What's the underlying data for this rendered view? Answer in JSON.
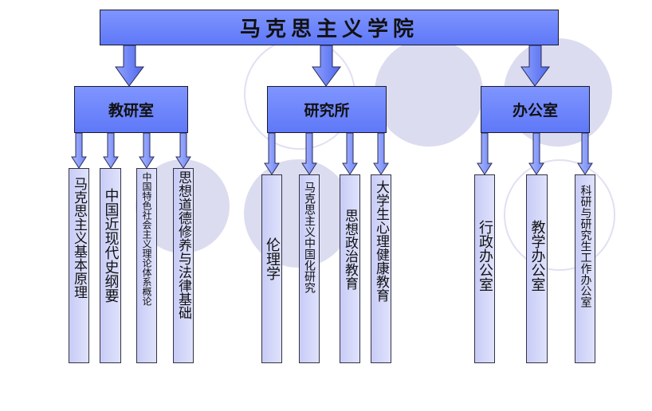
{
  "title": "马克思主义学院",
  "departments": [
    {
      "name": "教研室",
      "items": [
        "马克思主义基本原理",
        "中国近现代史纲要",
        "中国特色社会主义理论体系概论",
        "思想道德修养与法律基础"
      ]
    },
    {
      "name": "研究所",
      "items": [
        "伦理学",
        "马克思主义中国化研究",
        "思想政治教育",
        "大学生心理健康教育"
      ]
    },
    {
      "name": "办公室",
      "items": [
        "行政办公室",
        "教学办公室",
        "科研与研究生工作办公室"
      ]
    }
  ],
  "colors": {
    "box_fill": "#6a82fa",
    "leaf_fill": "#d4d8f8",
    "arrow_fill": "#5a72f0",
    "bg_circle": "#dcdcf0"
  }
}
